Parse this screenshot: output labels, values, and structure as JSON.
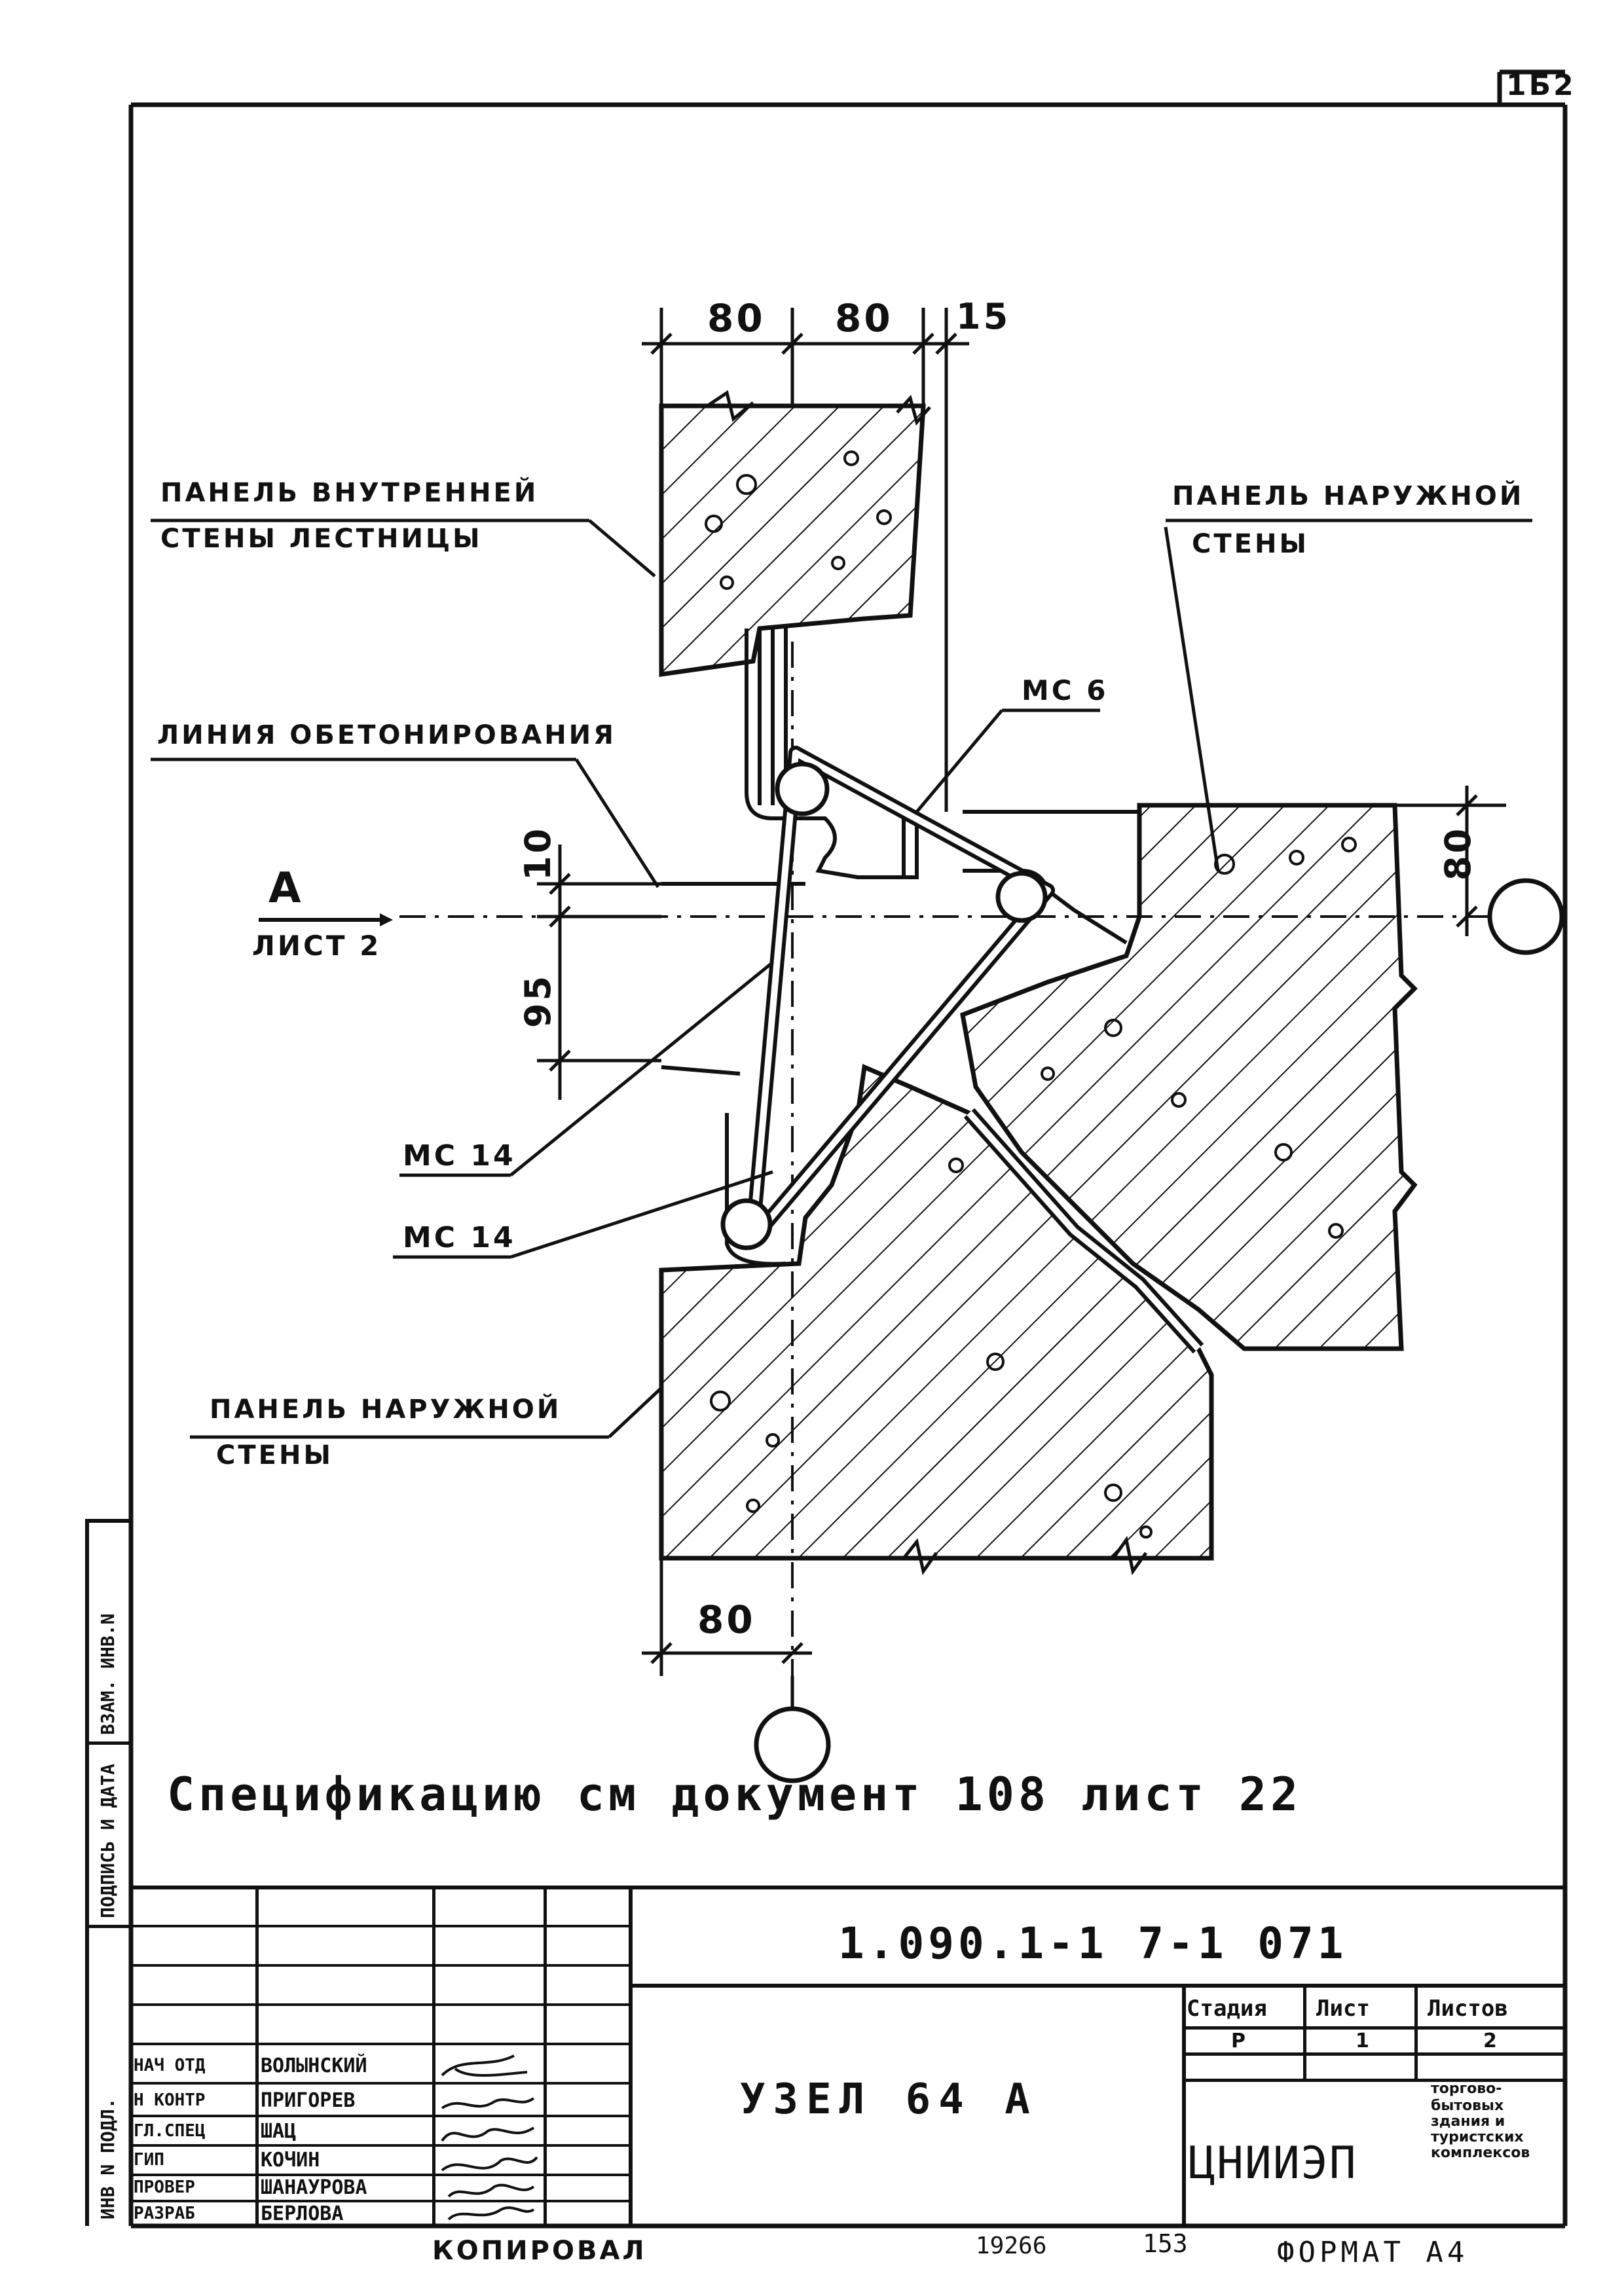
{
  "page_number_corner": "1Б2",
  "dimensions": {
    "top": [
      "80",
      "80",
      "15"
    ],
    "left": [
      "10",
      "95"
    ],
    "right": "80",
    "bottom": "80"
  },
  "labels": {
    "inner_wall_panel_line1": "ПАНЕЛЬ ВНУТРЕННЕЙ",
    "inner_wall_panel_line2": "СТЕНЫ ЛЕСТНИЦЫ",
    "outer_wall_panel_right_line1": "ПАНЕЛЬ НАРУЖНОЙ",
    "outer_wall_panel_right_line2": "СТЕНЫ",
    "concreting_line": "ЛИНИЯ ОБЕТОНИРОВАНИЯ",
    "mc6": "МС 6",
    "mc14_a": "МС 14",
    "mc14_b": "МС 14",
    "outer_wall_panel_left_line1": "ПАНЕЛЬ НАРУЖНОЙ",
    "outer_wall_panel_left_line2": "СТЕНЫ",
    "section_letter": "А",
    "section_sheet": "ЛИСТ 2"
  },
  "specification_note": "Спецификацию см документ 108  лист 22",
  "title_block": {
    "document_code": "1.090.1-1 7-1 071",
    "drawing_title": "УЗЕЛ 64 А",
    "stage_header": "Стадия",
    "sheet_header": "Лист",
    "sheets_header": "Листов",
    "stage_value": "Р",
    "sheet_value": "1",
    "sheets_value": "2",
    "organization": "ЦНИИЭП",
    "organization_desc_1": "торгово-",
    "organization_desc_2": "бытовых",
    "organization_desc_3": "здания и",
    "organization_desc_4": "туристских",
    "organization_desc_5": "комплексов",
    "staff": [
      {
        "role": "НАЧ ОТД",
        "name": "ВОЛЫНСКИЙ"
      },
      {
        "role": "Н КОНТР",
        "name": "ПРИГОРЕВ"
      },
      {
        "role": "ГЛ.СПЕЦ",
        "name": "ШАЦ"
      },
      {
        "role": "ГИП",
        "name": "КОЧИН"
      },
      {
        "role": "ПРОВЕР",
        "name": "ШАНАУРОВА"
      },
      {
        "role": "РАЗРАБ",
        "name": "БЕРЛОВА"
      }
    ]
  },
  "side_stamp": [
    "ИНВ N ПОДЛ.",
    "ПОДПИСЬ И ДАТА",
    "ВЗАМ. ИНВ.N"
  ],
  "footer": {
    "copied": "КОПИРОВАЛ",
    "number": "19266",
    "page": "153",
    "format": "ФОРМАТ А4"
  }
}
